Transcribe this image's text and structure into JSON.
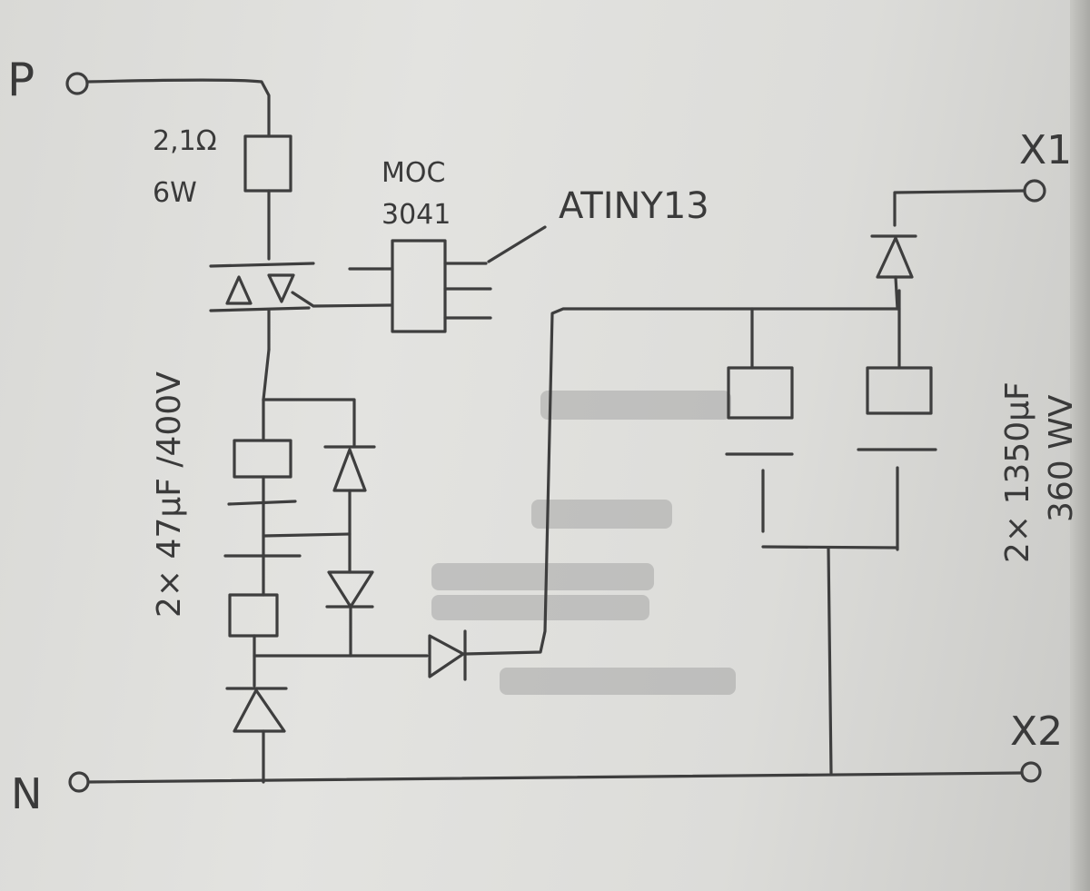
{
  "labels": {
    "terminal_p": "P",
    "terminal_n": "N",
    "terminal_x1": "X1",
    "terminal_x2": "X2",
    "resistor_value": "2,1Ω",
    "resistor_power": "6W",
    "optocoupler_name": "MOC",
    "optocoupler_part": "3041",
    "mcu": "ATINY13",
    "input_caps": "2× 47µF /400V",
    "output_caps_value": "2× 1350µF",
    "output_caps_voltage": "360 WV"
  }
}
